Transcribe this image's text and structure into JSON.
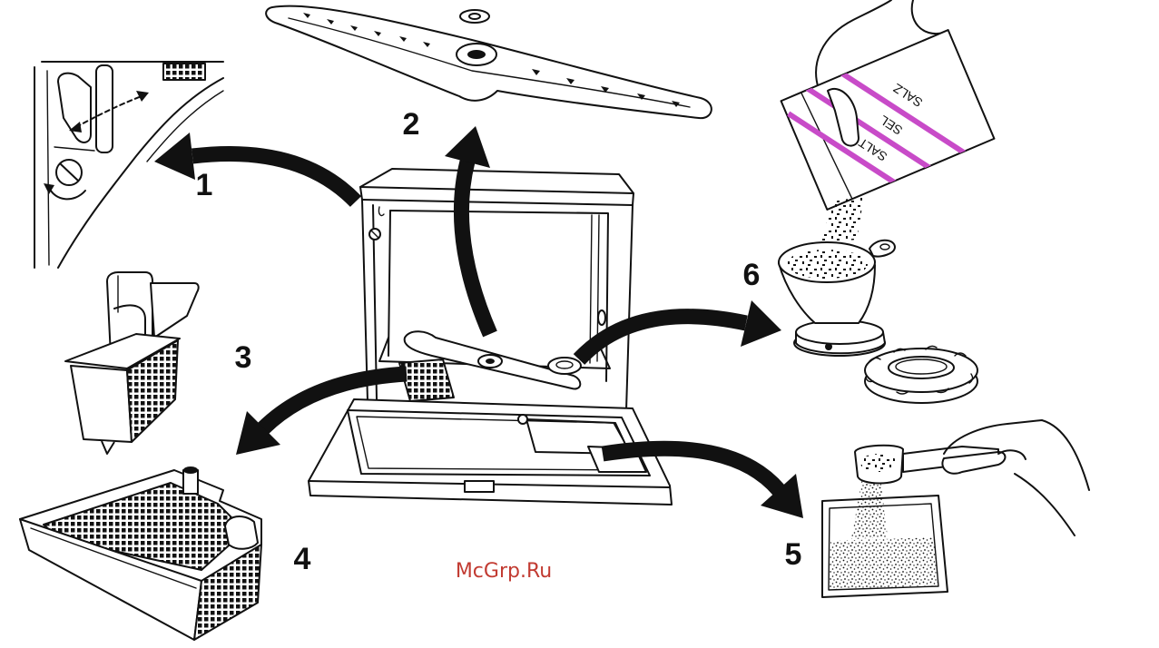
{
  "callouts": {
    "c1": "1",
    "c2": "2",
    "c3": "3",
    "c4": "4",
    "c5": "5",
    "c6": "6"
  },
  "salt_bag": {
    "label_top": "SALZ",
    "label_middle": "SEL",
    "label_bottom": "SALT"
  },
  "watermark": "McGrp.Ru",
  "colors": {
    "stripe": "#c84bc8",
    "watermark": "#c23b32"
  }
}
